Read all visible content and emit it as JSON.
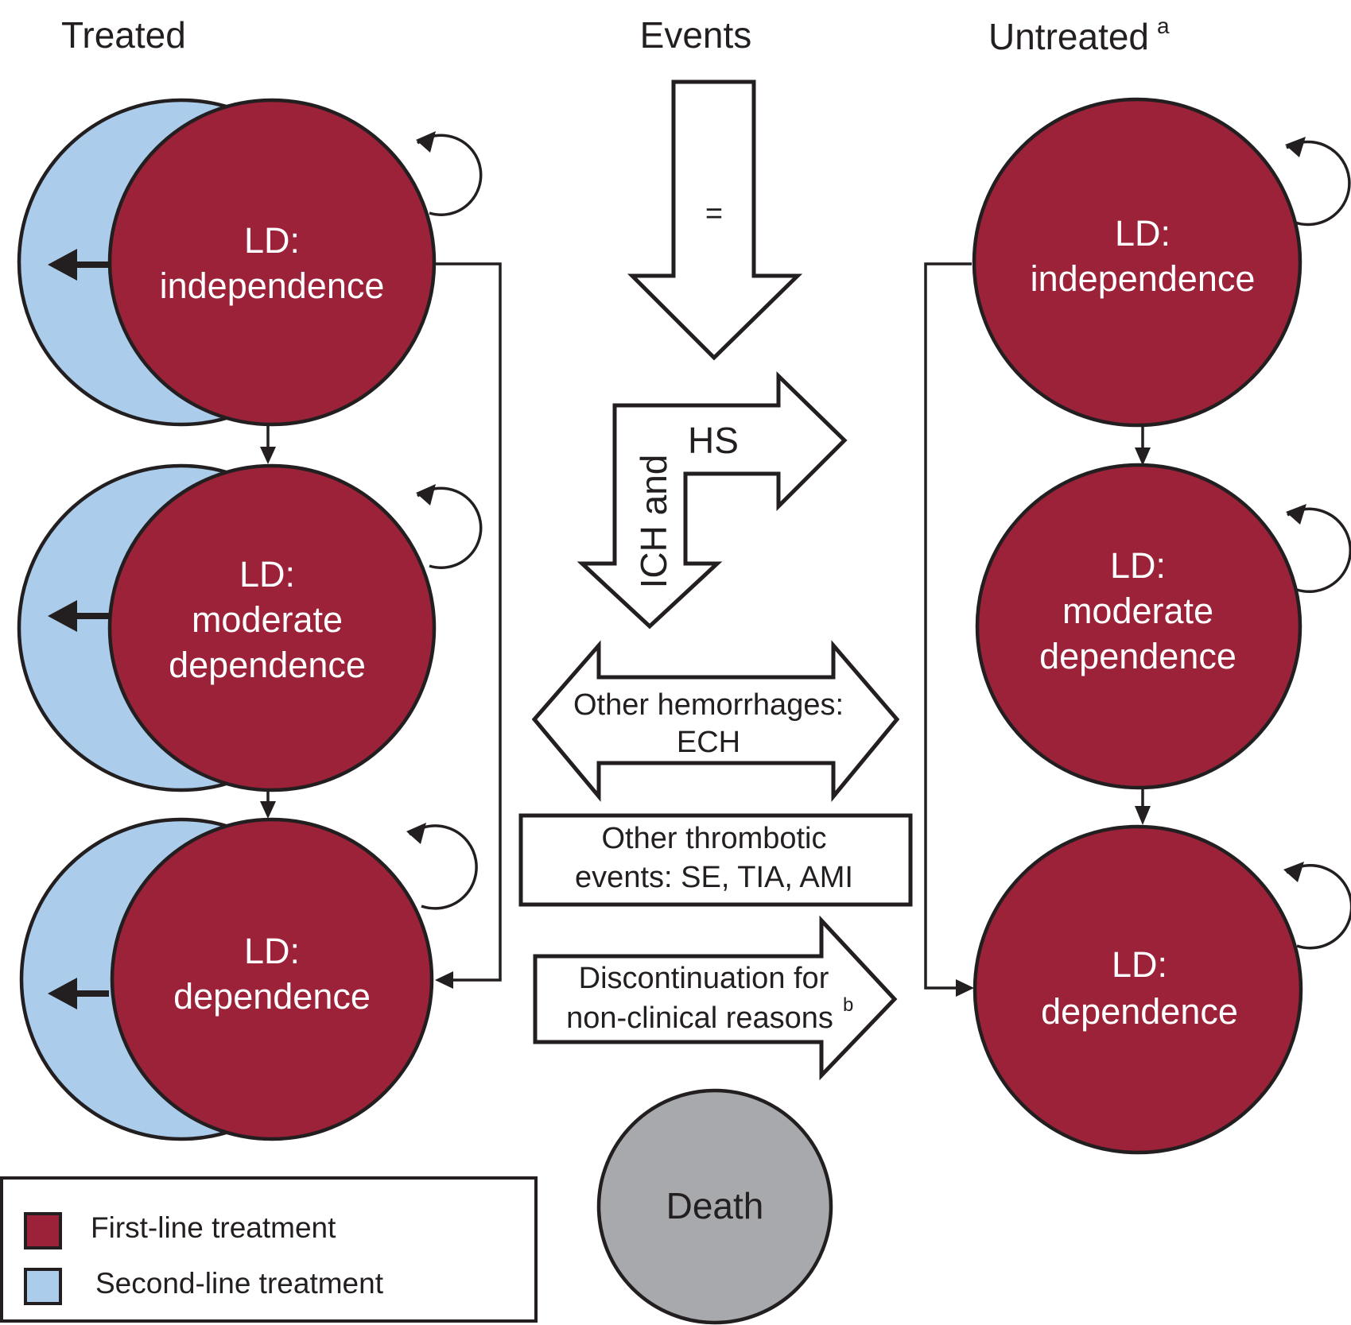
{
  "headers": {
    "treated": "Treated",
    "events": "Events",
    "untreated": "Untreated",
    "untreated_superscript": "a"
  },
  "treated_states": [
    {
      "line1": "LD:",
      "line2": "independence",
      "line3": ""
    },
    {
      "line1": "LD:",
      "line2": "moderate",
      "line3": "dependence"
    },
    {
      "line1": "LD:",
      "line2": "dependence",
      "line3": ""
    }
  ],
  "untreated_states": [
    {
      "line1": "LD:",
      "line2": "independence",
      "line3": ""
    },
    {
      "line1": "LD:",
      "line2": "moderate",
      "line3": "dependence"
    },
    {
      "line1": "LD:",
      "line2": "dependence",
      "line3": ""
    }
  ],
  "events": {
    "equal_arrow_label": "=",
    "ich_label": "ICH and",
    "hs_label": "HS",
    "other_hemorrhages_line1": "Other hemorrhages:",
    "other_hemorrhages_line2": "ECH",
    "thrombotic_line1": "Other thrombotic",
    "thrombotic_line2": "events: SE, TIA, AMI",
    "discontinuation_line1": "Discontinuation for",
    "discontinuation_line2": "non-clinical reasons",
    "discontinuation_superscript": "b"
  },
  "death": {
    "label": "Death"
  },
  "legend": {
    "items": [
      {
        "label": "First-line treatment",
        "color": "#9b2239"
      },
      {
        "label": "Second-line treatment",
        "color": "#abcdeb"
      }
    ]
  },
  "colors": {
    "first_line": "#9b2239",
    "second_line": "#abcdeb",
    "death": "#a7a9ac",
    "outline": "#231f20"
  }
}
